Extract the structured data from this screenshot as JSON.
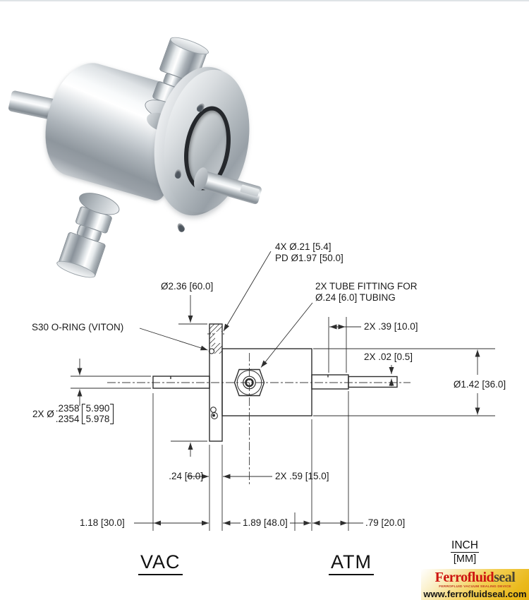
{
  "drawing": {
    "line_color": "#2e2e2e",
    "callouts": {
      "bolt_holes_line1": "4X Ø.21 [5.4]",
      "bolt_holes_line2": "PD Ø1.97 [50.0]",
      "flange_dia": "Ø2.36 [60.0]",
      "tube_fitting_line1": "2X TUBE FITTING FOR",
      "tube_fitting_line2": "Ø.24 [6.0] TUBING",
      "oring": "S30 O-RING (VITON)",
      "fitting_offset": "2X .39 [10.0]",
      "shaft_step": "2X .02 [0.5]",
      "body_dia": "Ø1.42 [36.0]",
      "shaft_dia_prefix": "2X Ø",
      "shaft_dia_inch_hi": ".2358",
      "shaft_dia_inch_lo": ".2354",
      "shaft_dia_mm_hi": "5.990",
      "shaft_dia_mm_lo": "5.978",
      "flange_thickness": ".24 [6.0]",
      "fitting_center": "2X .59 [15.0]",
      "left_shaft_len": "1.18 [30.0]",
      "body_len": "1.89 [48.0]",
      "right_shaft_len": ".79 [20.0]",
      "vac": "VAC",
      "atm": "ATM",
      "units_line1": "INCH",
      "units_line2": "[MM]"
    }
  },
  "footer_logo": {
    "brand_red": "Ferrofluid",
    "brand_dark": "seal",
    "tagline": "FERROFLUID VACUUM SEALING DEVICE",
    "url": "www.ferrofluidseal.com",
    "colors": {
      "red": "#cd1410",
      "dark": "#4a4433",
      "gold": "#eab91b"
    }
  }
}
